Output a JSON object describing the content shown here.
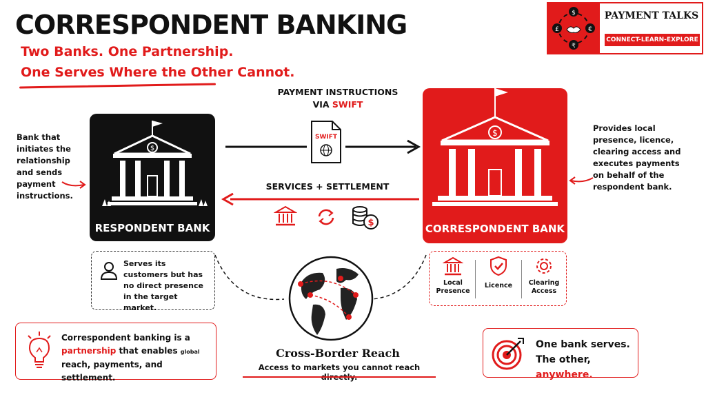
{
  "title": "CORRESPONDENT BANKING",
  "subtitle_line1": "Two Banks. One Partnership.",
  "subtitle_line2": "One Serves Where the Other Cannot.",
  "logo": {
    "name": "PAYMENT TALKS",
    "tagline": "CONNECT-LEARN-EXPLORE"
  },
  "respondent": {
    "label": "RESPONDENT BANK",
    "side_desc": "Bank that initiates the relationship and sends payment instructions.",
    "box_text": "Serves its customers but has no direct presence in the target market."
  },
  "correspondent": {
    "label": "CORRESPONDENT BANK",
    "side_desc": "Provides local presence, licence, clearing access and executes payments on behalf of the respondent bank.",
    "features": [
      {
        "label": "Local Presence",
        "icon": "bank-icon"
      },
      {
        "label": "Licence",
        "icon": "shield-check-icon"
      },
      {
        "label": "Clearing Access",
        "icon": "gear-icon"
      }
    ]
  },
  "flow": {
    "instructions_line1": "PAYMENT INSTRUCTIONS",
    "instructions_via": "VIA",
    "instructions_swift": "SWIFT",
    "doc_label": "SWIFT",
    "services_label": "SERVICES + SETTLEMENT"
  },
  "reach": {
    "title": "Cross-Border Reach",
    "subtitle": "Access to markets you cannot reach directly."
  },
  "partnership": {
    "text_a": "Correspondent banking is a",
    "text_highlight": "partnership",
    "text_b": "that enables",
    "text_small": "global",
    "text_c": "reach, payments, and settlement."
  },
  "serve": {
    "line1": "One bank serves.",
    "line2_a": "The other,",
    "line2_highlight": "anywhere."
  },
  "colors": {
    "accent": "#e11b1b",
    "dark": "#111111"
  }
}
